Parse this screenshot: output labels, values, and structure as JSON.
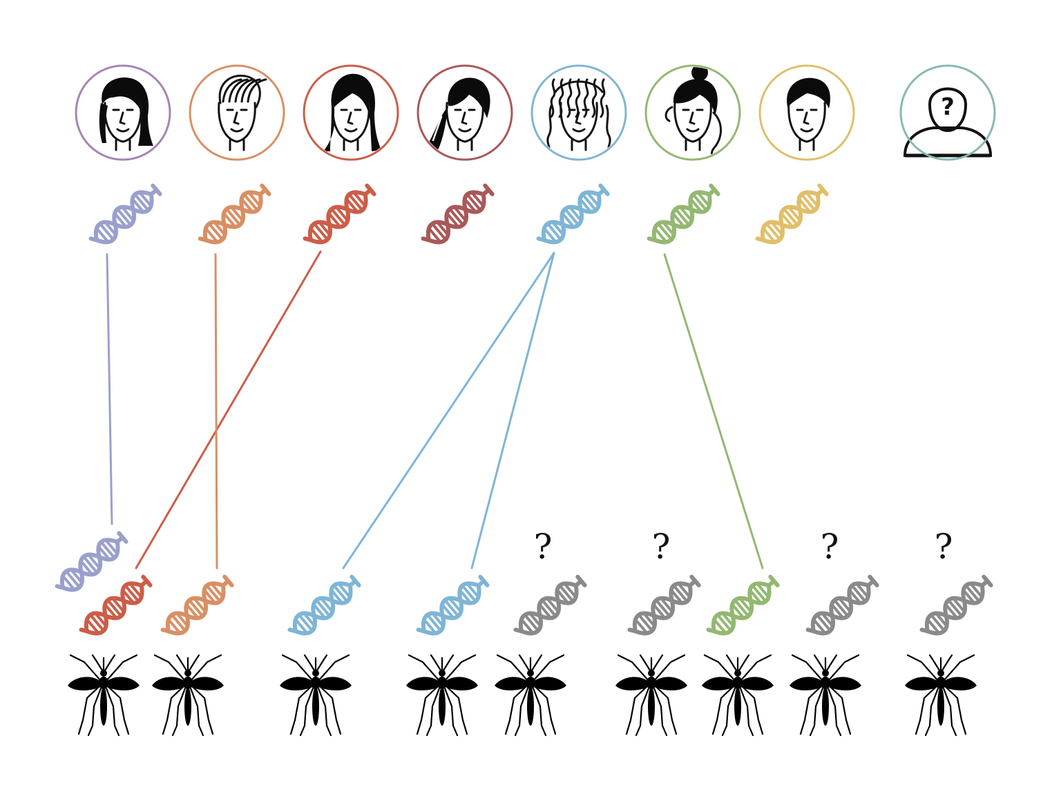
{
  "colors": {
    "purple": "#a584b6",
    "periwinkle": "#9aa0cc",
    "orange": "#d98f64",
    "red": "#cc5d48",
    "brownred": "#a95858",
    "blue": "#7fb5d5",
    "green": "#93b871",
    "yellow": "#e0bf6a",
    "teal": "#86b9b3",
    "gray": "#8a8a8a"
  },
  "humans": [
    {
      "id": "h1",
      "ring_color": "purple",
      "dna_color": "periwinkle",
      "hair": "bob"
    },
    {
      "id": "h2",
      "ring_color": "orange",
      "dna_color": "orange",
      "hair": "slick"
    },
    {
      "id": "h3",
      "ring_color": "red",
      "dna_color": "red",
      "hair": "long"
    },
    {
      "id": "h4",
      "ring_color": "brownred",
      "dna_color": "brownred",
      "hair": "sidepart"
    },
    {
      "id": "h5",
      "ring_color": "blue",
      "dna_color": "blue",
      "hair": "curly"
    },
    {
      "id": "h6",
      "ring_color": "green",
      "dna_color": "green",
      "hair": "bun"
    },
    {
      "id": "h7",
      "ring_color": "yellow",
      "dna_color": "yellow",
      "hair": "short"
    },
    {
      "id": "h8",
      "ring_color": "teal",
      "dna_color": null,
      "hair": "unknown",
      "icon": "unknown-person-icon"
    }
  ],
  "mosquito_samples": [
    {
      "id": "m1",
      "dna_color": "periwinkle",
      "source": "h1",
      "label": ""
    },
    {
      "id": "m2",
      "dna_color": "red",
      "source": "h3",
      "label": ""
    },
    {
      "id": "m3",
      "dna_color": "orange",
      "source": "h2",
      "label": ""
    },
    {
      "id": "m4",
      "dna_color": "blue",
      "source": "h5",
      "label": ""
    },
    {
      "id": "m5",
      "dna_color": "blue",
      "source": "h5",
      "label": ""
    },
    {
      "id": "m6",
      "dna_color": "gray",
      "source": null,
      "label": "?"
    },
    {
      "id": "m7",
      "dna_color": "gray",
      "source": null,
      "label": "?"
    },
    {
      "id": "m8",
      "dna_color": "green",
      "source": "h6",
      "label": ""
    },
    {
      "id": "m9",
      "dna_color": "gray",
      "source": null,
      "label": "?"
    },
    {
      "id": "m10",
      "dna_color": "gray",
      "source": null,
      "label": "?"
    }
  ],
  "unknown_person_label": "?"
}
